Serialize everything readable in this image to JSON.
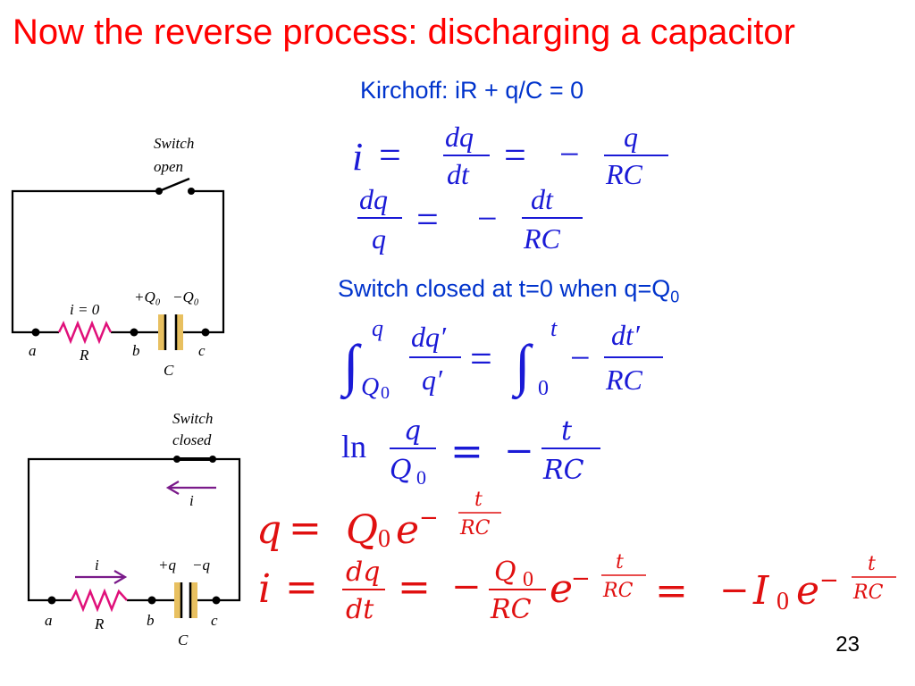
{
  "title": "Now the reverse process: discharging a capacitor",
  "kirchoff": "Kirchoff:   iR + q/C = 0",
  "switch_closed_note": {
    "text": "Switch closed at t=0 when q=Q",
    "sub": "0"
  },
  "page_number": "23",
  "circuit_open": {
    "switch_label_1": "Switch",
    "switch_label_2": "open",
    "current": "i = 0",
    "plus_charge": "+Q₀",
    "minus_charge": "−Q₀",
    "node_a": "a",
    "node_b": "b",
    "node_c": "c",
    "resistor": "R",
    "capacitor": "C"
  },
  "circuit_closed": {
    "switch_label_1": "Switch",
    "switch_label_2": "closed",
    "current_top": "i",
    "current_bottom": "i",
    "plus_charge": "+q",
    "minus_charge": "−q",
    "node_a": "a",
    "node_b": "b",
    "node_c": "c",
    "resistor": "R",
    "capacitor": "C"
  },
  "colors": {
    "title": "#ff0000",
    "blue_text": "#0033cc",
    "blue_math": "#1a1ad6",
    "red_math": "#e01010",
    "resistor": "#e0107a",
    "capacitor_plate": "#e8c060",
    "current_arrow": "#7a1a8a"
  },
  "equations": {
    "eq1": {
      "i": "i",
      "eq": "=",
      "num": "dq",
      "den": "dt",
      "eq2": "=",
      "neg": "−",
      "num2": "q",
      "den2": "RC"
    },
    "eq2": {
      "num": "dq",
      "den": "q",
      "eq": "=",
      "neg": "−",
      "num2": "dt",
      "den2": "RC"
    },
    "eq3": {
      "int_upper": "q",
      "int_lower": "Q",
      "int_lower_sub": "0",
      "num": "dq′",
      "den": "q′",
      "eq": "=",
      "int2_upper": "t",
      "int2_lower": "0",
      "neg": "−",
      "num2": "dt′",
      "den2": "RC"
    },
    "eq4": {
      "ln": "ln",
      "num": "q",
      "den": "Q",
      "den_sub": "0",
      "eq": "=",
      "neg": "−",
      "num2": "t",
      "den2": "RC"
    },
    "eq5": {
      "lhs": "q",
      "eq": "=",
      "Q": "Q",
      "Q_sub": "0",
      "e": "e",
      "exp_neg": "−",
      "exp_num": "t",
      "exp_den": "RC"
    },
    "eq6": {
      "lhs": "i",
      "eq": "=",
      "num": "dq",
      "den": "dt",
      "eq2": "=",
      "neg": "−",
      "num2": "Q",
      "num2_sub": "0",
      "den2": "RC",
      "e": "e",
      "exp_neg": "−",
      "exp_num": "t",
      "exp_den": "RC",
      "eq3": "=",
      "neg2": "−",
      "I": "I",
      "I_sub": "0",
      "e2": "e",
      "exp2_neg": "−",
      "exp2_num": "t",
      "exp2_den": "RC"
    }
  }
}
